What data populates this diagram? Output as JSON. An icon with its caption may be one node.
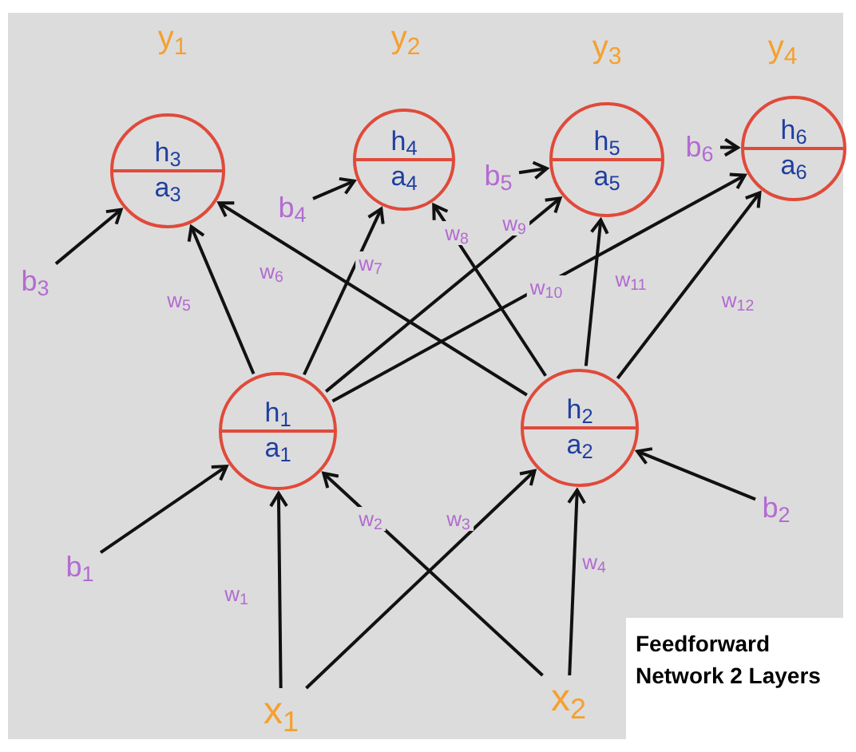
{
  "diagram": {
    "caption": "Feedforward Network 2 Layers",
    "nodes": [
      {
        "text": [
          "x$_{1}$"
        ]
      },
      {
        "text": [
          "x$_{2}$"
        ]
      },
      {
        "text": [
          "h$_{1}$",
          "a$_{1}$"
        ]
      },
      {
        "text": [
          "h$_{2}$",
          "a$_{2}$"
        ]
      },
      {
        "text": [
          "h$_{3}$",
          "a$_{3}$"
        ]
      },
      {
        "text": [
          "h$_{4}$",
          "a$_{4}$"
        ]
      },
      {
        "text": [
          "h$_{5}$",
          "a$_{5}$"
        ]
      },
      {
        "text": [
          "h$_{6}$",
          "a$_{6}$"
        ]
      },
      {
        "text": [
          "b$_{1}$"
        ]
      },
      {
        "text": [
          "b$_{2}$"
        ]
      },
      {
        "text": [
          "b$_{3}$"
        ]
      },
      {
        "text": [
          "b$_{4}$"
        ]
      },
      {
        "text": [
          "b$_{5}$"
        ]
      },
      {
        "text": [
          "b$_{6}$"
        ]
      }
    ],
    "edges": [
      {
        "from": 0,
        "to": 2,
        "arrow": "to",
        "label": "w$_{1}$"
      },
      {
        "from": 1,
        "to": 2,
        "arrow": "to",
        "label": "w$_{2}$"
      },
      {
        "from": 0,
        "to": 3,
        "arrow": "to",
        "label": "w$_{3}$"
      },
      {
        "from": 1,
        "to": 3,
        "arrow": "to",
        "label": "w$_{4}$"
      },
      {
        "from": 2,
        "to": 4,
        "arrow": "to",
        "label": "w$_{5}$"
      },
      {
        "from": 3,
        "to": 4,
        "arrow": "to",
        "label": "w$_{6}$"
      },
      {
        "from": 2,
        "to": 5,
        "arrow": "to",
        "label": "w$_{7}$"
      },
      {
        "from": 3,
        "to": 5,
        "arrow": "to",
        "label": "w$_{8}$"
      },
      {
        "from": 2,
        "to": 6,
        "arrow": "to",
        "label": "w$_{9}$"
      },
      {
        "from": 2,
        "to": 7,
        "arrow": "to",
        "label": "w$_{10}$"
      },
      {
        "from": 3,
        "to": 6,
        "arrow": "to",
        "label": "w$_{11}$"
      },
      {
        "from": 3,
        "to": 7,
        "arrow": "to",
        "label": "w$_{12}$"
      },
      {
        "from": 8,
        "to": 2,
        "arrow": "to"
      },
      {
        "from": 9,
        "to": 3,
        "arrow": "to"
      },
      {
        "from": 10,
        "to": 4,
        "arrow": "to"
      },
      {
        "from": 11,
        "to": 5,
        "arrow": "to"
      },
      {
        "from": 12,
        "to": 6,
        "arrow": "to"
      },
      {
        "from": 13,
        "to": 7,
        "arrow": "to"
      }
    ],
    "labels": [
      "y$_{1}$",
      "y$_{2}$",
      "y$_{3}$",
      "y$_{4}$"
    ]
  }
}
